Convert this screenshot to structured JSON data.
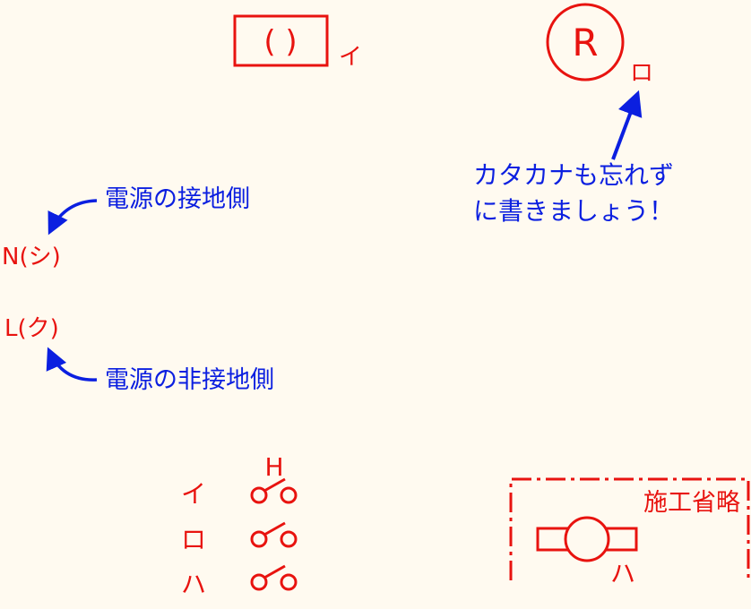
{
  "colors": {
    "red": "#e8130f",
    "blue": "#0b1fe0",
    "background": "#fffaf0"
  },
  "symbol_box": {
    "text": "( )",
    "label": "イ"
  },
  "symbol_circle": {
    "text": "R",
    "label": "ロ"
  },
  "note": {
    "line1": "カタカナも忘れず",
    "line2": "に書きましょう！"
  },
  "neutral": {
    "label": "N(シ)",
    "note": "電源の接地側"
  },
  "line": {
    "label": "L(ク)",
    "note": "電源の非接地側"
  },
  "switches": {
    "header": "H",
    "rows": [
      {
        "label": "イ"
      },
      {
        "label": "ロ"
      },
      {
        "label": "ハ"
      }
    ]
  },
  "omitted": {
    "label": "施工省略",
    "item_label": "ハ"
  }
}
